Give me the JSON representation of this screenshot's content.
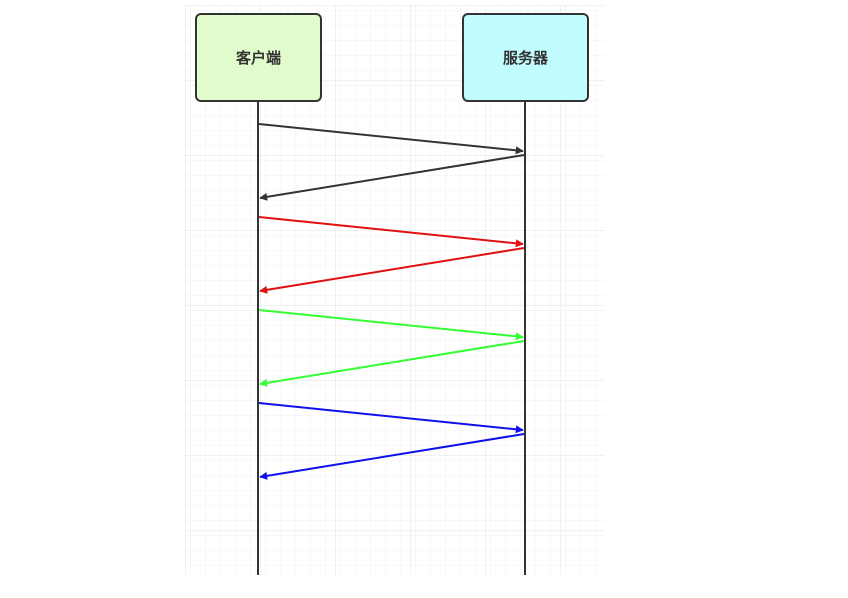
{
  "diagram": {
    "type": "sequence",
    "actors": [
      {
        "id": "client",
        "label": "客户端",
        "fill": "#e1fbcd",
        "stroke": "#333333"
      },
      {
        "id": "server",
        "label": "服务器",
        "fill": "#c1fdff",
        "stroke": "#333333"
      }
    ],
    "messages": [
      {
        "from": "client",
        "to": "server",
        "color": "#333333"
      },
      {
        "from": "server",
        "to": "client",
        "color": "#333333"
      },
      {
        "from": "client",
        "to": "server",
        "color": "#e01010"
      },
      {
        "from": "server",
        "to": "client",
        "color": "#e01010"
      },
      {
        "from": "client",
        "to": "server",
        "color": "#33ff33"
      },
      {
        "from": "server",
        "to": "client",
        "color": "#33ff33"
      },
      {
        "from": "client",
        "to": "server",
        "color": "#1010ee"
      },
      {
        "from": "server",
        "to": "client",
        "color": "#1010ee"
      }
    ],
    "grid_color": "#ebebeb",
    "lifeline_color": "#333333"
  }
}
